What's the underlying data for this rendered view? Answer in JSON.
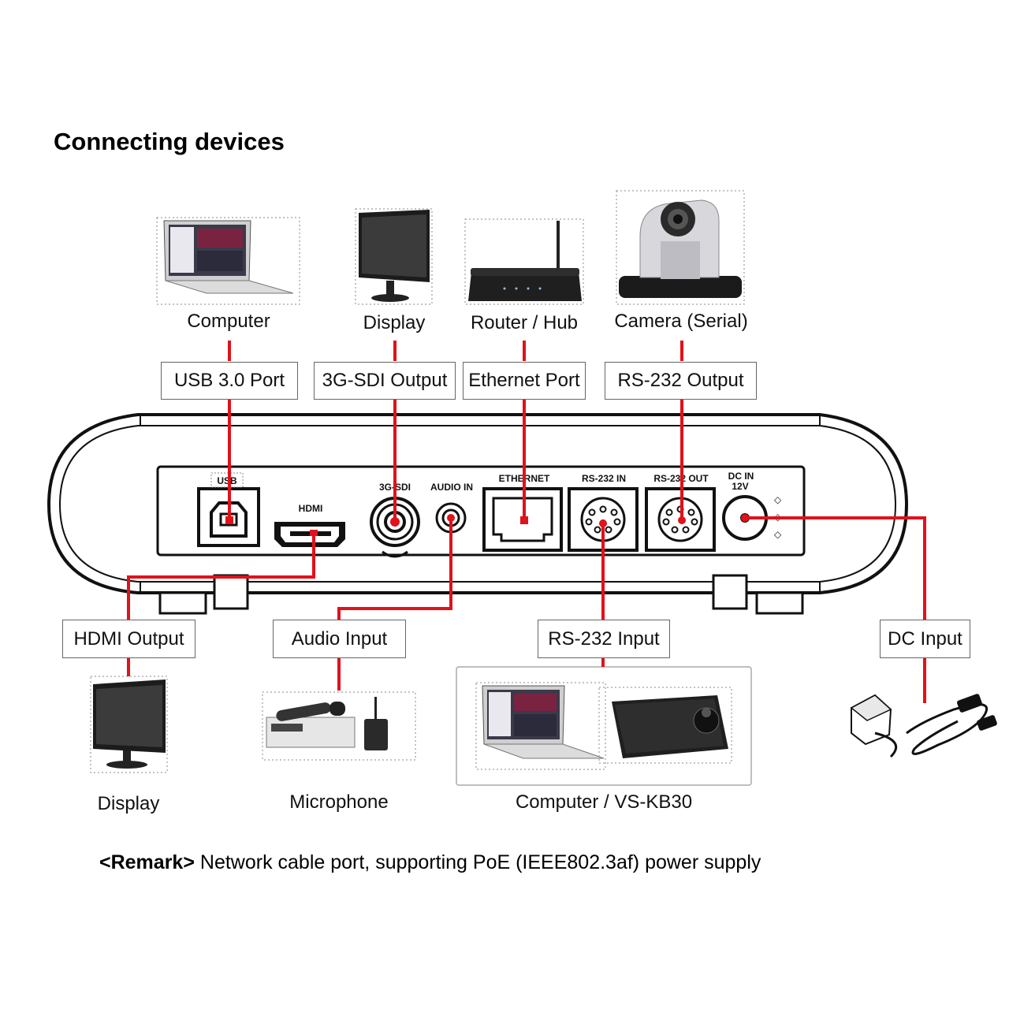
{
  "title": "Connecting devices",
  "devices_top": {
    "computer": "Computer",
    "display": "Display",
    "router": "Router / Hub",
    "camera": "Camera  (Serial)"
  },
  "ports_top": {
    "usb": "USB 3.0 Port",
    "sdi": "3G-SDI Output",
    "ethernet": "Ethernet Port",
    "rs232_out": "RS-232 Output"
  },
  "panel_labels": {
    "usb": "USB",
    "hdmi": "HDMI",
    "sdi": "3G-SDI",
    "audio": "AUDIO IN",
    "ethernet": "ETHERNET",
    "rs232_in": "RS-232 IN",
    "rs232_out": "RS-232 OUT",
    "dc_in": "DC IN",
    "dc_volt": "12V"
  },
  "ports_bottom": {
    "hdmi": "HDMI Output",
    "audio": "Audio Input",
    "rs232_in": "RS-232 Input",
    "dc": "DC Input"
  },
  "devices_bottom": {
    "display": "Display",
    "microphone": "Microphone",
    "computer_kb": "Computer / VS-KB30"
  },
  "remark": {
    "tag": "<Remark>",
    "text": " Network cable port, supporting PoE (IEEE802.3af) power supply"
  },
  "colors": {
    "cable": "#e0121b",
    "outline": "#111111",
    "dotted_frame": "#8a8a8a"
  }
}
